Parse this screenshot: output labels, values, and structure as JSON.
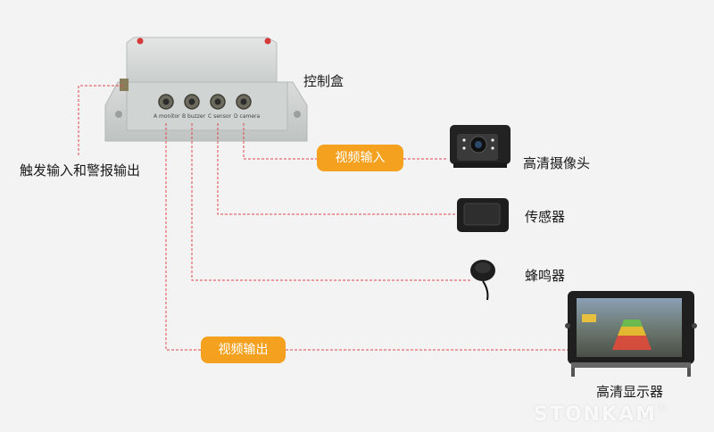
{
  "labels": {
    "control_box": "控制盒",
    "trigger_alarm": "触发输入和警报输出",
    "video_in": "视频输入",
    "video_out": "视频输出",
    "hd_camera": "高清摄像头",
    "sensor": "传感器",
    "buzzer": "蜂鸣器",
    "hd_display": "高清显示器"
  },
  "ports": [
    {
      "id": "A",
      "text": "A monitor"
    },
    {
      "id": "B",
      "text": "B buzzer"
    },
    {
      "id": "C",
      "text": "C sensor"
    },
    {
      "id": "D",
      "text": "D camera"
    }
  ],
  "brand": {
    "name": "STONKAM",
    "mark": "®"
  },
  "colors": {
    "accent": "#f4a11f",
    "dashed_line": "#e0474c",
    "box": "#d3d7d5"
  },
  "icons": [
    "control-box",
    "camera",
    "sensor",
    "buzzer",
    "display"
  ]
}
